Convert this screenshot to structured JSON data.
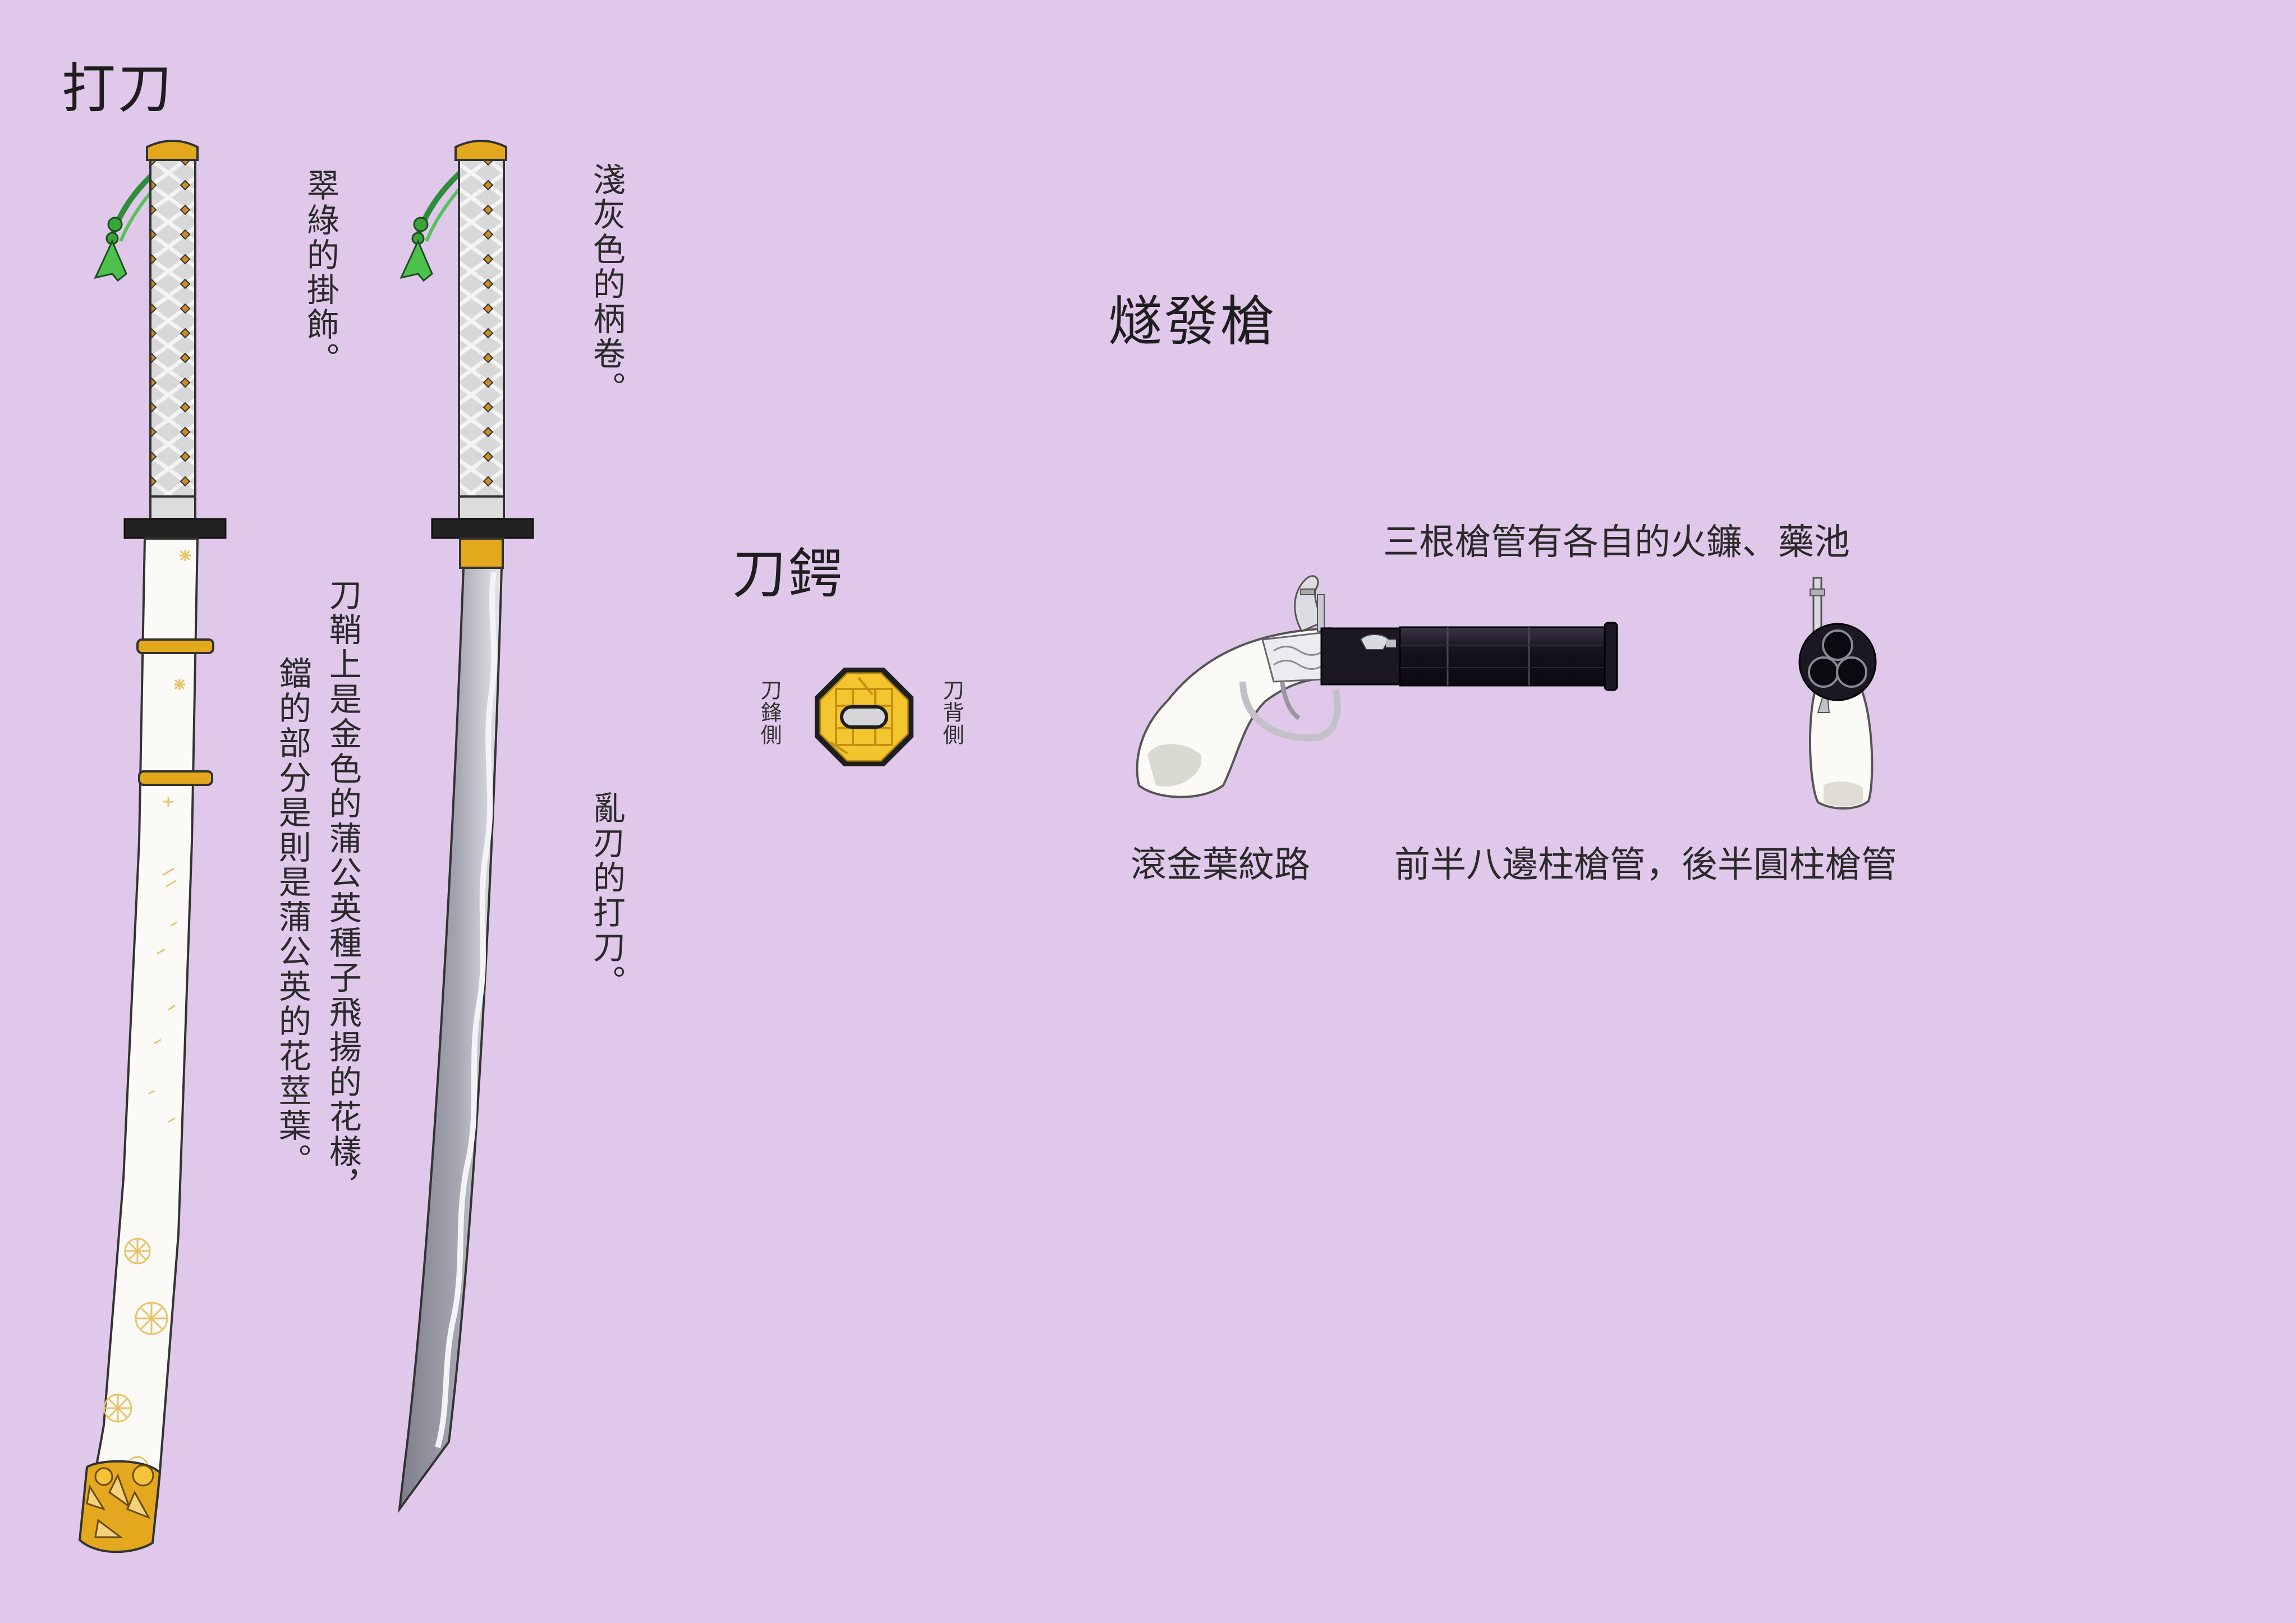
{
  "katana_section": {
    "title": "打刀",
    "note_charm": "翠綠的掛飾。",
    "note_scabbard_line1": "刀鞘上是金色的蒲公英種子飛揚的花樣，",
    "note_scabbard_line2": "鐺的部分是則是蒲公英的花莖葉。",
    "note_grip": "淺灰色的柄卷。",
    "note_blade": "亂刃的打刀。"
  },
  "tsuba_section": {
    "title": "刀鍔",
    "label_edge_side": "刀鋒側",
    "label_back_side": "刀背側"
  },
  "gun_section": {
    "title": "燧發槍",
    "note_barrels": "三根槍管有各自的火鐮、藥池",
    "note_grip": "滾金葉紋路",
    "note_barrel_shape": "前半八邊柱槍管，後半圓柱槍管"
  },
  "colors": {
    "background": "#e0c8ea",
    "gold": "#e3a81d",
    "charm_green": "#3aa63a",
    "blade_gray": "#9a9aa6",
    "gun_black": "#1b1823",
    "ivory": "#fbfaf6"
  }
}
